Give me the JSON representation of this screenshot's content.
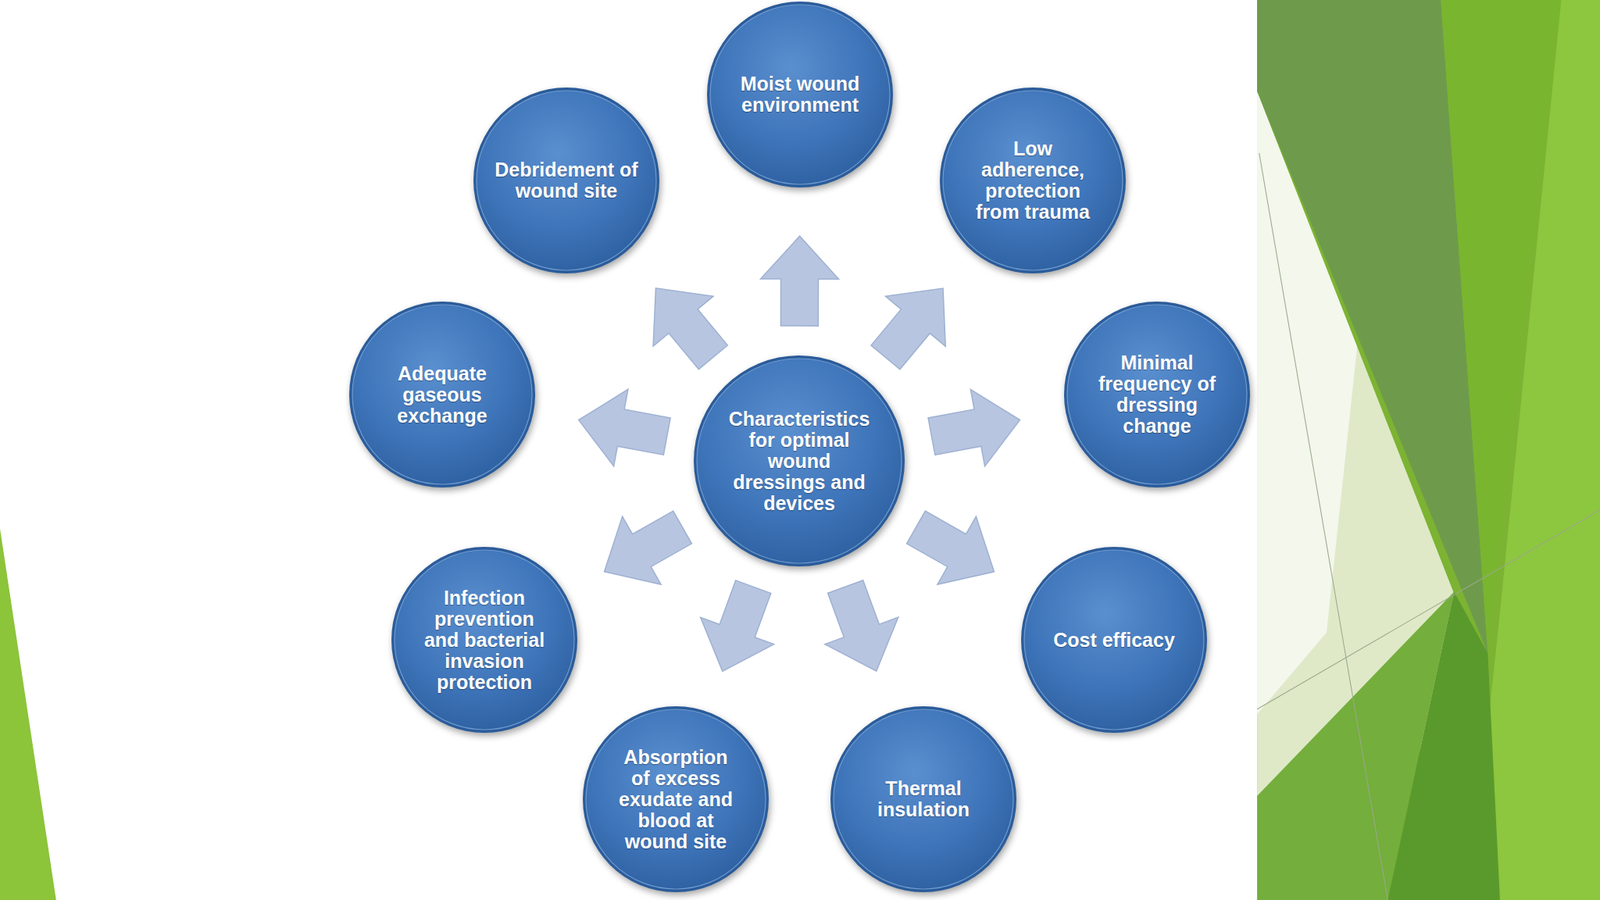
{
  "diagram": {
    "nodes": [
      {
        "text": [
          "Characteristics for optimal wound dressings and devices"
        ]
      },
      {
        "text": [
          "Moist wound environment"
        ]
      },
      {
        "text": [
          "Low adherence, protection from trauma"
        ]
      },
      {
        "text": [
          "Minimal frequency of dressing change"
        ]
      },
      {
        "text": [
          "Cost efficacy"
        ]
      },
      {
        "text": [
          "Thermal insulation"
        ]
      },
      {
        "text": [
          "Absorption of excess exudate and blood at wound site"
        ]
      },
      {
        "text": [
          "Infection prevention and bacterial invasion protection"
        ]
      },
      {
        "text": [
          "Adequate gaseous exchange"
        ]
      },
      {
        "text": [
          "Debridement of wound site"
        ]
      }
    ],
    "edges": [
      {
        "from": 0,
        "to": 1,
        "arrow": "to"
      },
      {
        "from": 0,
        "to": 2,
        "arrow": "to"
      },
      {
        "from": 0,
        "to": 3,
        "arrow": "to"
      },
      {
        "from": 0,
        "to": 4,
        "arrow": "to"
      },
      {
        "from": 0,
        "to": 5,
        "arrow": "to"
      },
      {
        "from": 0,
        "to": 6,
        "arrow": "to"
      },
      {
        "from": 0,
        "to": 7,
        "arrow": "to"
      },
      {
        "from": 0,
        "to": 8,
        "arrow": "to"
      },
      {
        "from": 0,
        "to": 9,
        "arrow": "to"
      }
    ]
  }
}
